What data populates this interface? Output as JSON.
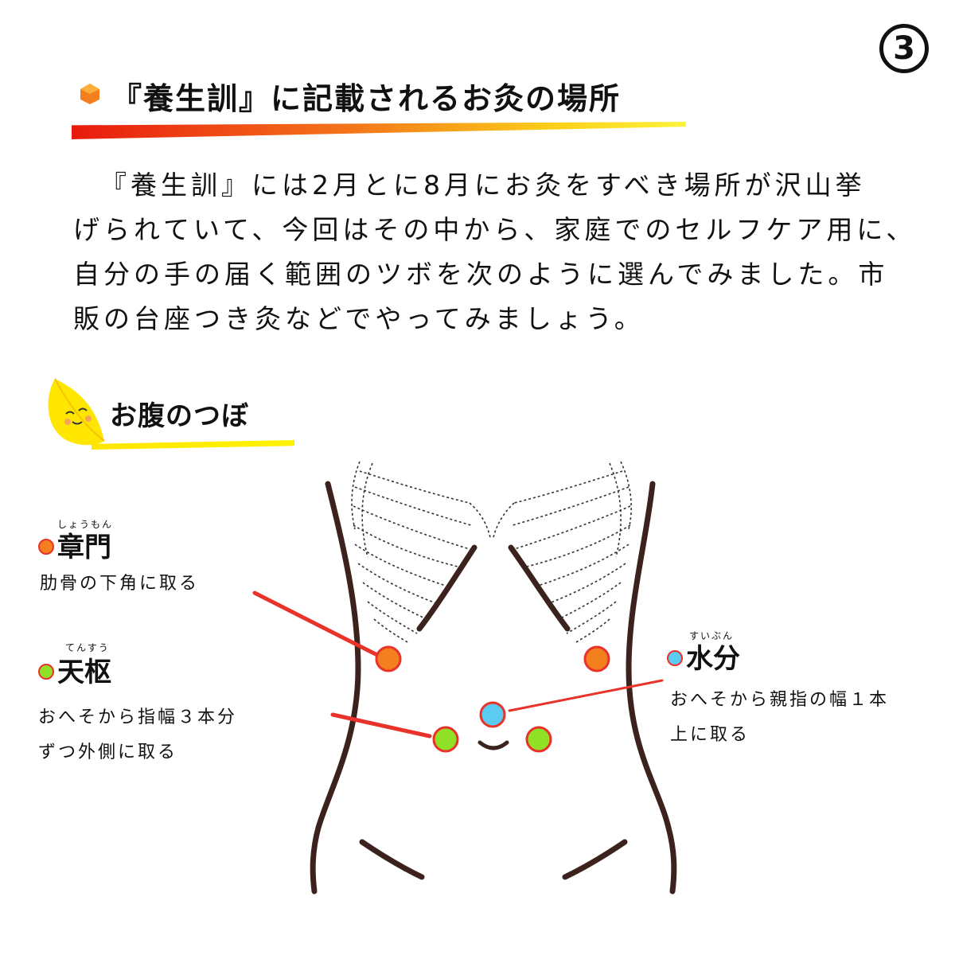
{
  "page_number": "3",
  "title": "『養生訓』に記載されるお灸の場所",
  "intro_lines": [
    "『養生訓』には2月とに8月にお灸をすべき場所が沢山挙",
    "げられていて、今回はその中から、家庭でのセルフケア用に、",
    "自分の手の届く範囲のツボを次のように選んでみました。市",
    "販の台座つき灸などでやってみましょう。"
  ],
  "section_title": "お腹のつぼ",
  "points": {
    "shomon": {
      "ruby": "しょうもん",
      "name": "章門",
      "desc_lines": [
        "肋骨の下角に取る"
      ],
      "color": "#f47f1e"
    },
    "tensu": {
      "ruby": "てんすう",
      "name": "天枢",
      "desc_lines": [
        "おへそから指幅３本分",
        "ずつ外側に取る"
      ],
      "color": "#8fe026"
    },
    "suibun": {
      "ruby": "すいぶん",
      "name": "水分",
      "desc_lines": [
        "おへそから親指の幅１本",
        "上に取る"
      ],
      "color": "#5ccbf2"
    }
  },
  "colors": {
    "pointer_line": "#e8322a",
    "body_outline": "#3b221c",
    "section_icon": "#ffe600"
  },
  "icons": {
    "section": "leaf-face-icon"
  }
}
